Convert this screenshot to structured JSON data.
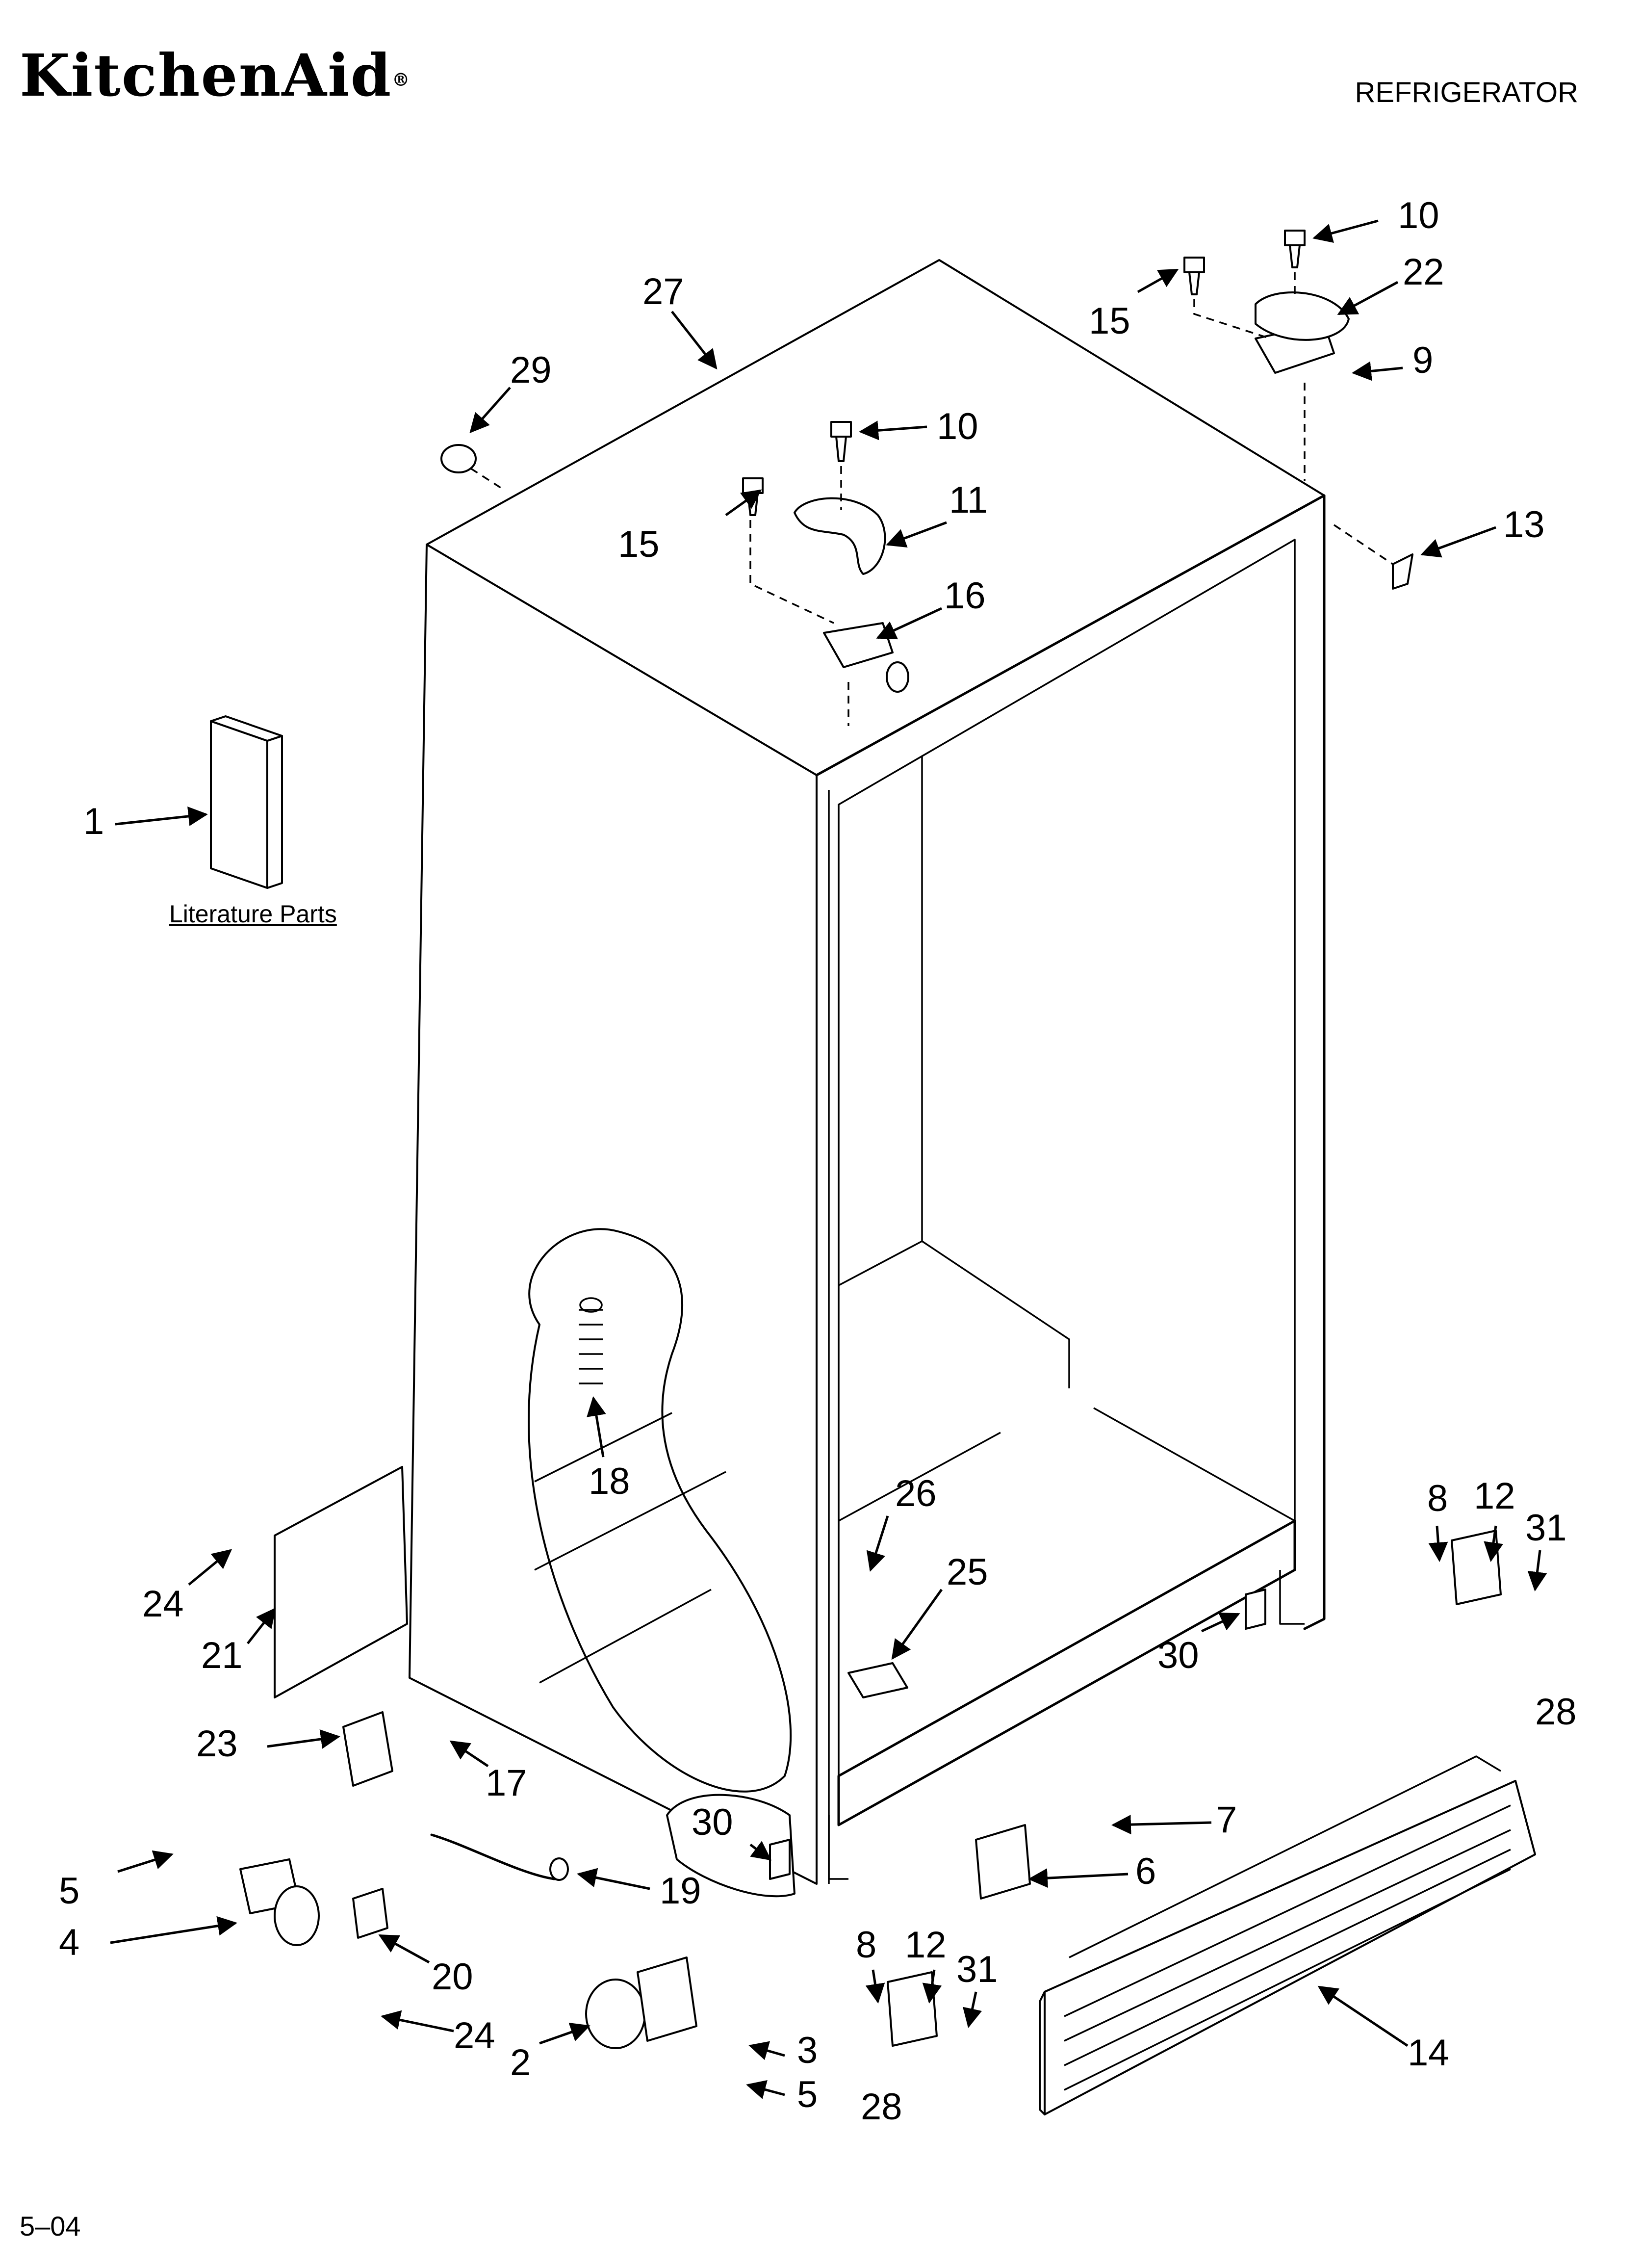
{
  "header": {
    "brand": "KitchenAid",
    "registered_mark": "®",
    "product": "REFRIGERATOR"
  },
  "footer": {
    "date_code": "5–04"
  },
  "literature": {
    "label": "Literature Parts"
  },
  "callouts": {
    "c1": "1",
    "c2": "2",
    "c3": "3",
    "c4": "4",
    "c5a": "5",
    "c5b": "5",
    "c6": "6",
    "c7": "7",
    "c8a": "8",
    "c8b": "8",
    "c9": "9",
    "c10a": "10",
    "c10b": "10",
    "c11": "11",
    "c12a": "12",
    "c12b": "12",
    "c13": "13",
    "c14": "14",
    "c15a": "15",
    "c15b": "15",
    "c16": "16",
    "c17": "17",
    "c18": "18",
    "c19": "19",
    "c20": "20",
    "c21": "21",
    "c22": "22",
    "c23": "23",
    "c24a": "24",
    "c24b": "24",
    "c25": "25",
    "c26": "26",
    "c27": "27",
    "c28a": "28",
    "c28b": "28",
    "c29": "29",
    "c30a": "30",
    "c30b": "30",
    "c31a": "31",
    "c31b": "31"
  }
}
